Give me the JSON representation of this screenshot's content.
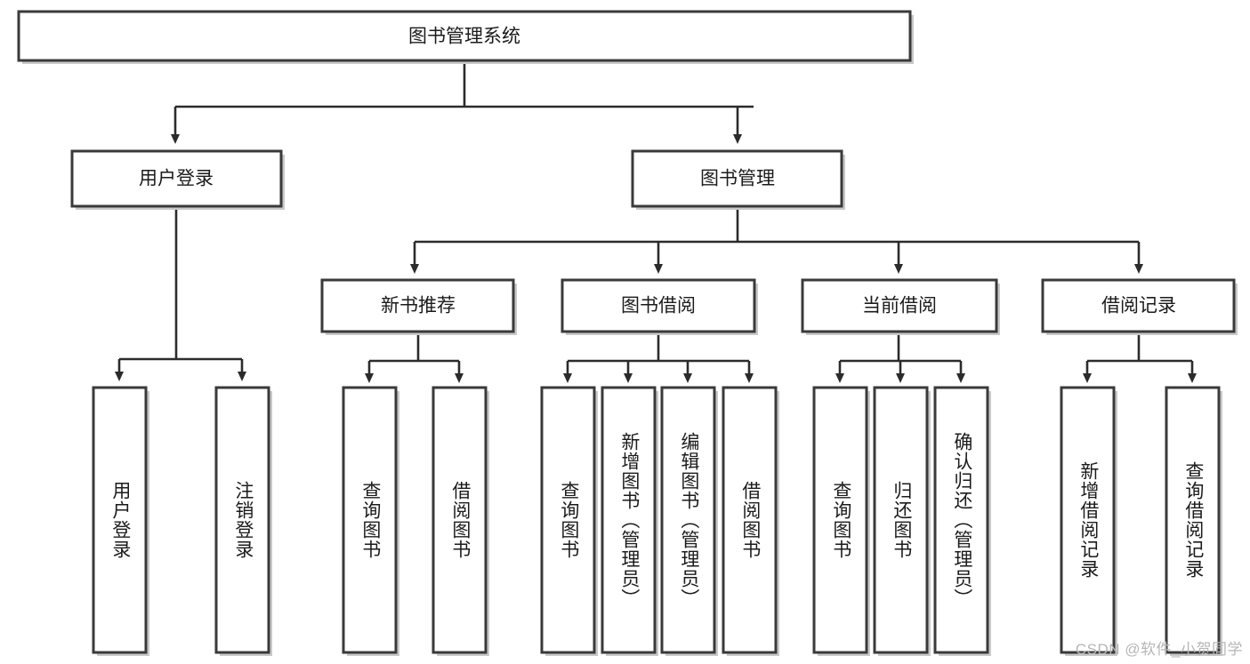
{
  "diagram": {
    "title": "图书管理系统",
    "watermark": "CSDN @软件_小贺同学",
    "colors": {
      "box_stroke": "#3a3a3a",
      "connector": "#2b2b2b",
      "background": "#ffffff",
      "text": "#1b1b1b",
      "watermark": "#b6b6b6"
    },
    "root": {
      "label": "图书管理系统"
    },
    "level2": [
      {
        "label": "用户登录"
      },
      {
        "label": "图书管理"
      }
    ],
    "level3": [
      {
        "label": "新书推荐"
      },
      {
        "label": "图书借阅"
      },
      {
        "label": "当前借阅"
      },
      {
        "label": "借阅记录"
      }
    ],
    "leaves": {
      "user_login": [
        {
          "label": "用户登录"
        },
        {
          "label": "注销登录"
        }
      ],
      "new_book": [
        {
          "label": "查询图书"
        },
        {
          "label": "借阅图书"
        }
      ],
      "book_borrow": [
        {
          "label": "查询图书"
        },
        {
          "label": "新增图书（管理员）"
        },
        {
          "label": "编辑图书（管理员）"
        },
        {
          "label": "借阅图书"
        }
      ],
      "current_borrow": [
        {
          "label": "查询图书"
        },
        {
          "label": "归还图书"
        },
        {
          "label": "确认归还（管理员）"
        }
      ],
      "borrow_record": [
        {
          "label": "新增借阅记录"
        },
        {
          "label": "查询借阅记录"
        }
      ]
    }
  }
}
